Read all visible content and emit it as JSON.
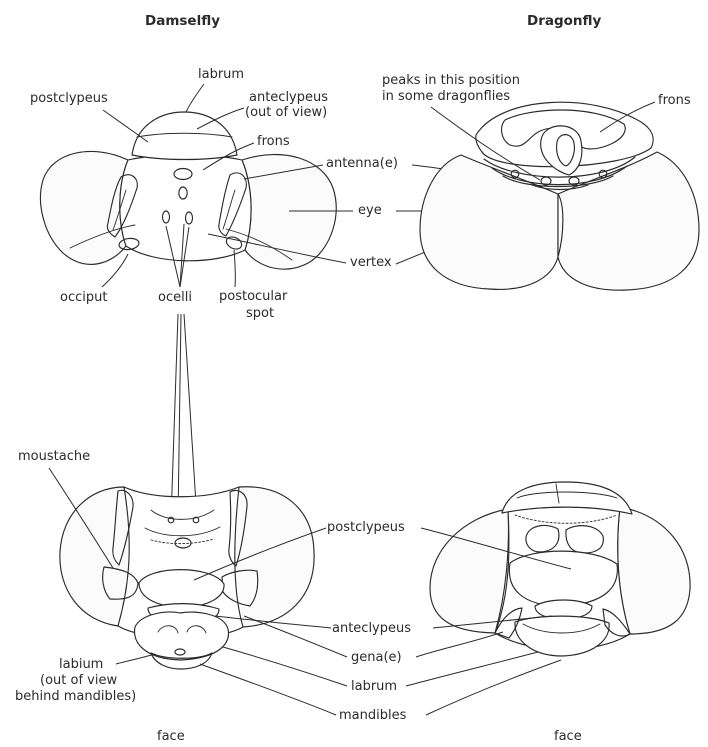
{
  "headings": {
    "damselfly": "Damselfly",
    "dragonfly": "Dragonfly"
  },
  "labels": {
    "labrum_top": "labrum",
    "postclypeus_top": "postclypeus",
    "anteclypeus_top_1": "anteclypeus",
    "anteclypeus_top_2": "(out of view)",
    "frons_left": "frons",
    "antennae_top": "antenna(e)",
    "eye": "eye",
    "vertex": "vertex",
    "occiput": "occiput",
    "ocelli": "ocelli",
    "postocular_1": "postocular",
    "postocular_2": "spot",
    "peaks_1": "peaks in this position",
    "peaks_2": "in some dragonflies",
    "frons_right": "frons",
    "moustache": "moustache",
    "postclypeus_bottom": "postclypeus",
    "anteclypeus_bottom": "anteclypeus",
    "genae": "gena(e)",
    "labrum_bottom": "labrum",
    "mandibles": "mandibles",
    "labium_1": "labium",
    "labium_2": "(out of view",
    "labium_3": "behind mandibles)",
    "face_left": "face",
    "face_right": "face"
  },
  "colors": {
    "ink": "#2b2b2b",
    "paper": "#ffffff"
  }
}
